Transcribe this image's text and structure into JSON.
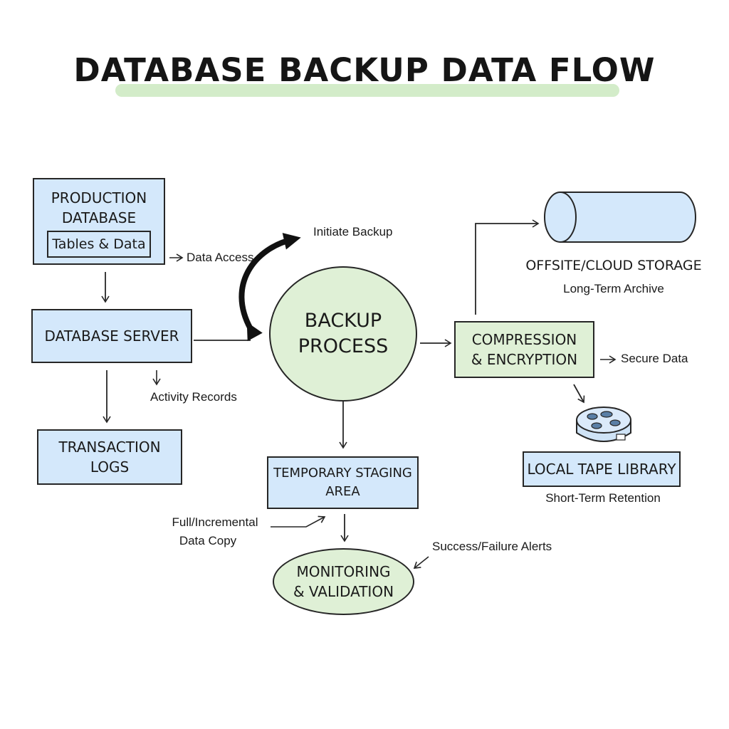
{
  "title": "DATABASE BACKUP DATA FLOW",
  "nodes": {
    "production_db": {
      "line1": "PRODUCTION",
      "line2": "DATABASE",
      "inner": "Tables & Data"
    },
    "db_server": "DATABASE SERVER",
    "transaction_logs": {
      "line1": "TRANSACTION",
      "line2": "LOGS"
    },
    "backup_process": {
      "line1": "BACKUP",
      "line2": "PROCESS"
    },
    "staging": {
      "line1": "TEMPORARY STAGING",
      "line2": "AREA"
    },
    "monitoring": {
      "line1": "MONITORING",
      "line2": "& VALIDATION"
    },
    "compression": {
      "line1": "COMPRESSION",
      "line2": "& ENCRYPTION"
    },
    "cloud_storage": {
      "title": "OFFSITE/CLOUD STORAGE",
      "subtitle": "Long-Term Archive"
    },
    "tape_library": {
      "title": "LOCAL TAPE LIBRARY",
      "subtitle": "Short-Term Retention"
    }
  },
  "edge_labels": {
    "data_access": "Data Access",
    "initiate_backup": "Initiate Backup",
    "activity_records": "Activity Records",
    "secure_data": "Secure Data",
    "full_incremental_1": "Full/Incremental",
    "full_incremental_2": "Data Copy",
    "alerts": "Success/Failure Alerts"
  },
  "colors": {
    "box_blue": "#d4e8fb",
    "box_green": "#dff0d6",
    "title_highlight": "#d3ecc9",
    "stroke": "#262626"
  }
}
